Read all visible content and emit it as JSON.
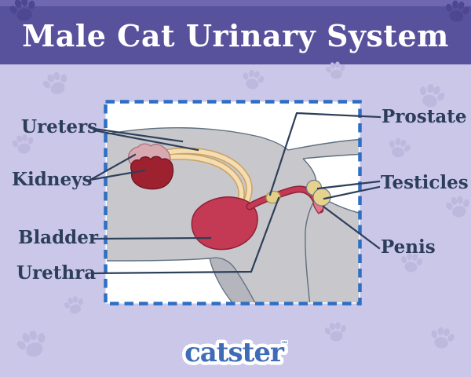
{
  "header": {
    "title": "Male Cat Urinary System"
  },
  "diagram": {
    "description": "Side-view anatomical illustration of a male cat's urinary system inside a blue dashed box",
    "labels": {
      "ureters": "Ureters",
      "kidneys": "Kidneys",
      "bladder": "Bladder",
      "urethra": "Urethra",
      "prostate": "Prostate",
      "testicles": "Testicles",
      "penis": "Penis"
    }
  },
  "footer": {
    "logo_text": "catster",
    "trademark": "™"
  },
  "colors": {
    "background": "#cbc7e9",
    "banner": "#58519c",
    "banner_top_strip": "#6f68b0",
    "title_text": "#ffffff",
    "label_text": "#2c3e59",
    "callout_line": "#2d3f5a",
    "box_border_blue": "#2e6fc4",
    "box_fill": "#ffffff",
    "cat_body_gray": "#c8c8cc",
    "cat_shadow_gray": "#b5b5bd",
    "kidney_dark_red": "#9e2130",
    "kidney_pink": "#d9a9b1",
    "ureter_cream": "#f5ddb0",
    "bladder_red": "#c43a54",
    "organ_yellow": "#e7d28d",
    "penis_pink": "#e1798e",
    "logo_blue": "#3e6cb7",
    "paw_print_light": "#bdb8dd",
    "paw_print_dark": "#4d4691"
  },
  "icons": {
    "paw_print": "paw-print-icon"
  }
}
